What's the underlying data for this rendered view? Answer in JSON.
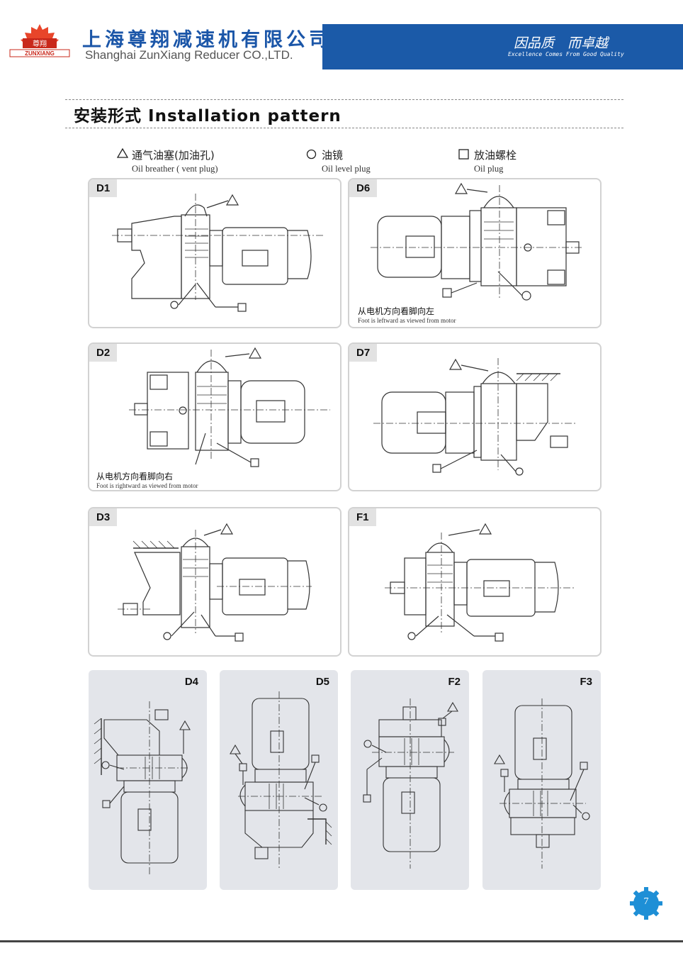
{
  "header": {
    "logo_text": "尊翔",
    "logo_subtext": "ZUNXIANG",
    "company_cn": "上海尊翔减速机有限公司",
    "company_en": "Shanghai ZunXiang Reducer CO.,LTD.",
    "slogan_cn": "因品质　而卓越",
    "slogan_en": "Excellence Comes From Good Quality",
    "brand_color": "#1b5aa8",
    "logo_color": "#e8452a"
  },
  "section": {
    "title": "安装形式 Installation pattern"
  },
  "legend": [
    {
      "icon": "triangle-icon",
      "cn": "通气油塞(加油孔)",
      "en": "Oil breather ( vent plug)"
    },
    {
      "icon": "circle-icon",
      "cn": "油镜",
      "en": "Oil level plug"
    },
    {
      "icon": "square-icon",
      "cn": "放油螺栓",
      "en": "Oil plug"
    }
  ],
  "panels": [
    {
      "label": "D1"
    },
    {
      "label": "D6",
      "note_cn": "从电机方向看脚向左",
      "note_en": "Foot is leftward as viewed from motor"
    },
    {
      "label": "D2",
      "note_cn": "从电机方向看脚向右",
      "note_en": "Foot is rightward as viewed from motor"
    },
    {
      "label": "D7"
    },
    {
      "label": "D3"
    },
    {
      "label": "F1"
    }
  ],
  "vertical_panels": [
    {
      "label": "D4"
    },
    {
      "label": "D5"
    },
    {
      "label": "F2"
    },
    {
      "label": "F3"
    }
  ],
  "page": {
    "number": "7"
  }
}
